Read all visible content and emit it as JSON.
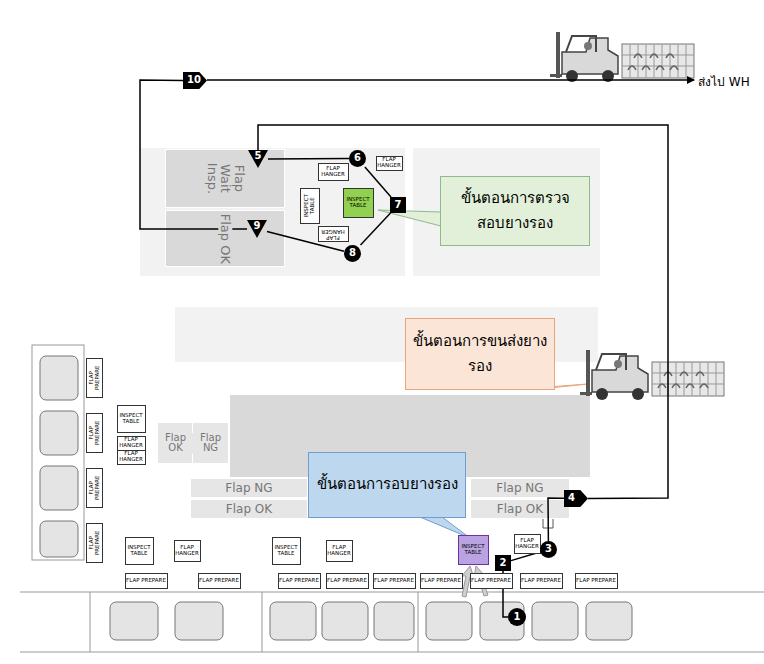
{
  "diagram": {
    "nodes": [
      {
        "text": [
          "10"
        ]
      },
      {
        "text": [
          "5"
        ]
      },
      {
        "text": [
          "6"
        ]
      },
      {
        "text": [
          "FLAP HANGER"
        ]
      },
      {
        "text": [
          "FLAP HANGER"
        ]
      },
      {
        "text": [
          "Flap Wait Insp."
        ]
      },
      {
        "text": [
          "INSPECT TABLE"
        ]
      },
      {
        "text": [
          "INSPECT TABLE"
        ]
      },
      {
        "text": [
          "7"
        ]
      },
      {
        "text": [
          "ขั้นตอนการตรวจสอบยางรอง"
        ]
      },
      {
        "text": [
          "Flap OK"
        ]
      },
      {
        "text": [
          "9"
        ]
      },
      {
        "text": [
          "FLAP HANGER"
        ]
      },
      {
        "text": [
          "8"
        ]
      },
      {
        "text": [
          "ขั้นตอนการขนส่งยางรอง"
        ]
      },
      {
        "text": [
          "FLAP PREPARE"
        ]
      },
      {
        "text": [
          "FLAP PREPARE"
        ]
      },
      {
        "text": [
          "FLAP PREPARE"
        ]
      },
      {
        "text": [
          "FLAP PREPARE"
        ]
      },
      {
        "text": [
          "INSPECT TABLE"
        ]
      },
      {
        "text": [
          "FLAP HANGER"
        ]
      },
      {
        "text": [
          "FLAP HANGER"
        ]
      },
      {
        "text": [
          "Flap OK"
        ]
      },
      {
        "text": [
          "Flap NG"
        ]
      },
      {
        "text": [
          "Flap NG"
        ]
      },
      {
        "text": [
          "Flap OK"
        ]
      },
      {
        "text": [
          "ขั้นตอนการอบยางรอง"
        ]
      },
      {
        "text": [
          "Flap NG"
        ]
      },
      {
        "text": [
          "Flap OK"
        ]
      },
      {
        "text": [
          "4"
        ]
      },
      {
        "text": [
          "INSPECT TABLE"
        ]
      },
      {
        "text": [
          "FLAP HANGER"
        ]
      },
      {
        "text": [
          "INSPECT TABLE"
        ]
      },
      {
        "text": [
          "FLAP HANGER"
        ]
      },
      {
        "text": [
          "INSPECT TABLE"
        ]
      },
      {
        "text": [
          "2"
        ]
      },
      {
        "text": [
          "FLAP HANGER"
        ]
      },
      {
        "text": [
          "3"
        ]
      },
      {
        "text": [
          "FLAP PREPARE"
        ]
      },
      {
        "text": [
          "FLAP PREPARE"
        ]
      },
      {
        "text": [
          "FLAP PREPARE"
        ]
      },
      {
        "text": [
          "FLAP PREPARE"
        ]
      },
      {
        "text": [
          "FLAP PREPARE"
        ]
      },
      {
        "text": [
          "FLAP PREPARE"
        ]
      },
      {
        "text": [
          "FLAP PREPARE"
        ]
      },
      {
        "text": [
          "FLAP PREPARE"
        ]
      },
      {
        "text": [
          "FLAP PREPARE"
        ]
      },
      {
        "text": [
          "1"
        ]
      }
    ],
    "edges": [
      {
        "from": 47,
        "to": 35,
        "arrow": "none"
      },
      {
        "from": 35,
        "to": 37,
        "arrow": "none"
      },
      {
        "from": 37,
        "to": 29,
        "arrow": "none"
      },
      {
        "from": 29,
        "to": 1,
        "arrow": "none"
      },
      {
        "from": 1,
        "to": 2,
        "arrow": "none"
      },
      {
        "from": 2,
        "to": 8,
        "arrow": "none"
      },
      {
        "from": 8,
        "to": 13,
        "arrow": "none"
      },
      {
        "from": 13,
        "to": 11,
        "arrow": "none"
      },
      {
        "from": 11,
        "to": 0,
        "arrow": "none"
      }
    ],
    "labels": [
      "ส่งไป WH"
    ]
  }
}
